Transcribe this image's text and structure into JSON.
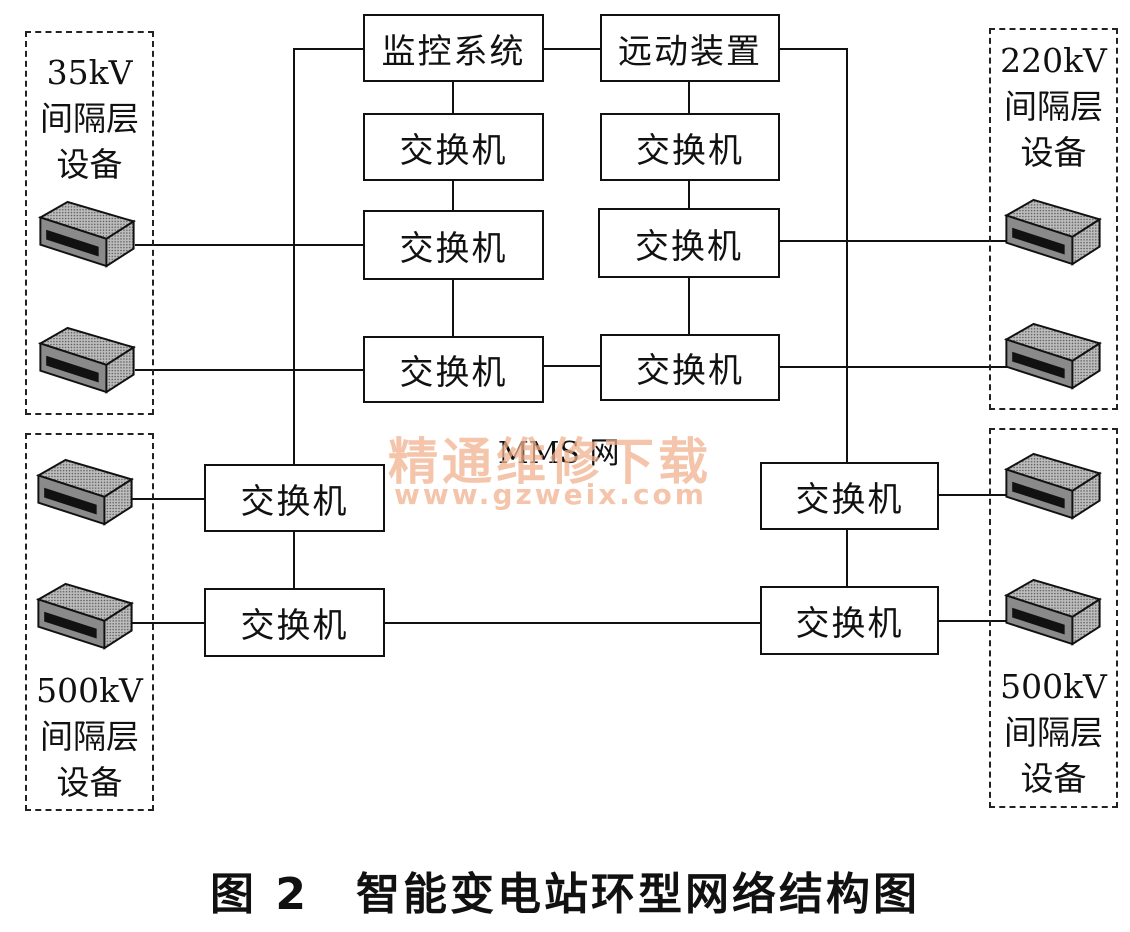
{
  "nodes": {
    "monitor": "监控系统",
    "remote": "远动装置",
    "switch": "交换机"
  },
  "groups": {
    "g35": "35kV\n间隔层\n设备",
    "g220": "220kV\n间隔层\n设备",
    "g500_left": "500kV\n间隔层\n设备",
    "g500_right": "500kV\n间隔层\n设备"
  },
  "network_label": "MMS 网",
  "watermark": {
    "text": "精通维修下载",
    "url": "www.gzweix.com"
  },
  "caption": "图 2　智能变电站环型网络结构图",
  "icons": [
    "server-device-icon"
  ],
  "colors": {
    "line": "#111111",
    "watermark": "#f1b28e",
    "device": "#777777"
  }
}
